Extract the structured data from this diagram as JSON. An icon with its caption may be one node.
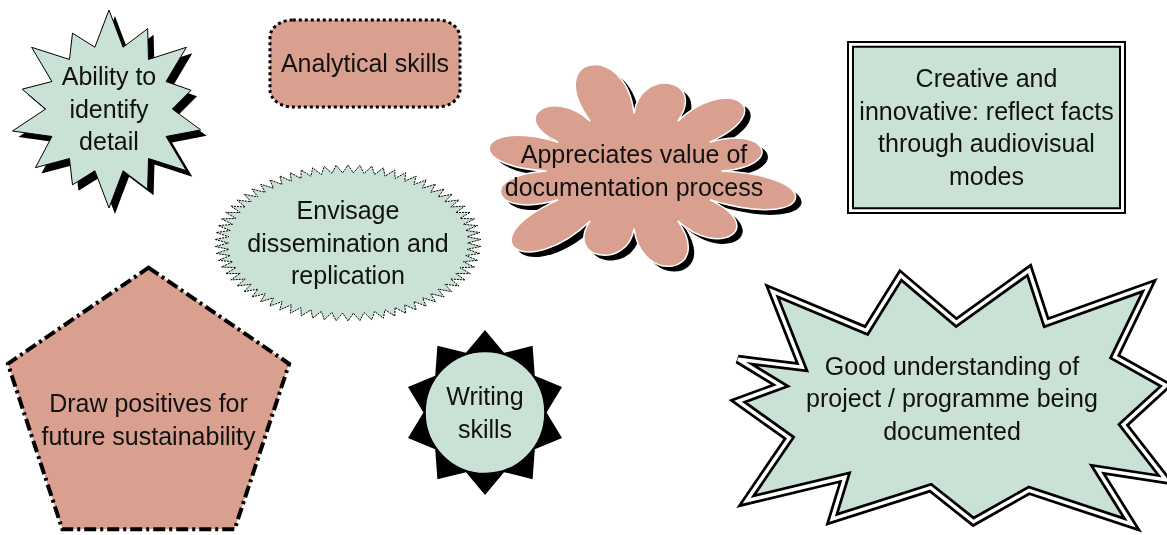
{
  "diagram": {
    "nodes": [
      {
        "text": [
          "Ability to identify detail"
        ]
      },
      {
        "text": [
          "Analytical skills"
        ]
      },
      {
        "text": [
          "Appreciates value of documentation process"
        ]
      },
      {
        "text": [
          "Creative and innovative: reflect facts through audiovisual modes"
        ]
      },
      {
        "text": [
          "Envisage dissemination and replication"
        ]
      },
      {
        "text": [
          "Draw positives for future sustainability"
        ]
      },
      {
        "text": [
          "Writing skills"
        ]
      },
      {
        "text": [
          "Good understanding of project / programme being documented"
        ]
      }
    ]
  }
}
